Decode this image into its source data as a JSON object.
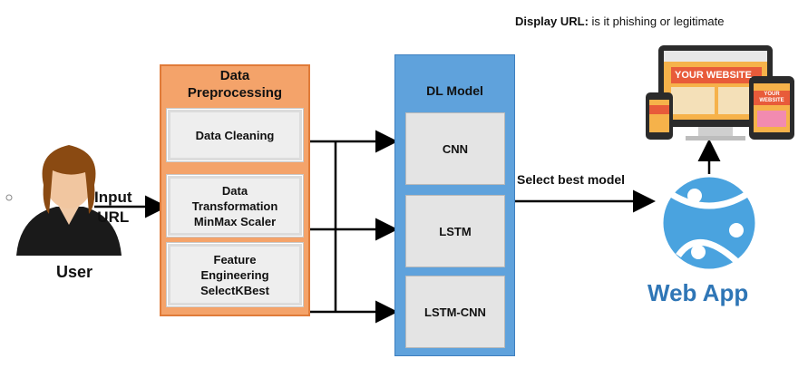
{
  "header": {
    "display_url_label": "Display URL:",
    "display_url_text": " is it phishing or legitimate"
  },
  "user": {
    "label": "User",
    "input_line1": "Input",
    "input_line2": "URL"
  },
  "preprocessing": {
    "title_line1": "Data",
    "title_line2": "Preprocessing",
    "steps": [
      {
        "lines": [
          "Data Cleaning"
        ]
      },
      {
        "lines": [
          "Data",
          "Transformation",
          "MinMax Scaler"
        ]
      },
      {
        "lines": [
          "Feature",
          "Engineering",
          "SelectKBest"
        ]
      }
    ]
  },
  "dl_model": {
    "title": "DL Model",
    "models": [
      "CNN",
      "LSTM",
      "LSTM-CNN"
    ]
  },
  "select_best_label": "Select best model",
  "web_app": {
    "label": "Web App",
    "website_text": "YOUR WEBSITE"
  },
  "colors": {
    "prep_fill": "#f4a36a",
    "prep_border": "#e07b39",
    "dl_fill": "#5fa2dc",
    "webapp_blue": "#2f76b6",
    "icon_blue": "#4aa3df"
  }
}
